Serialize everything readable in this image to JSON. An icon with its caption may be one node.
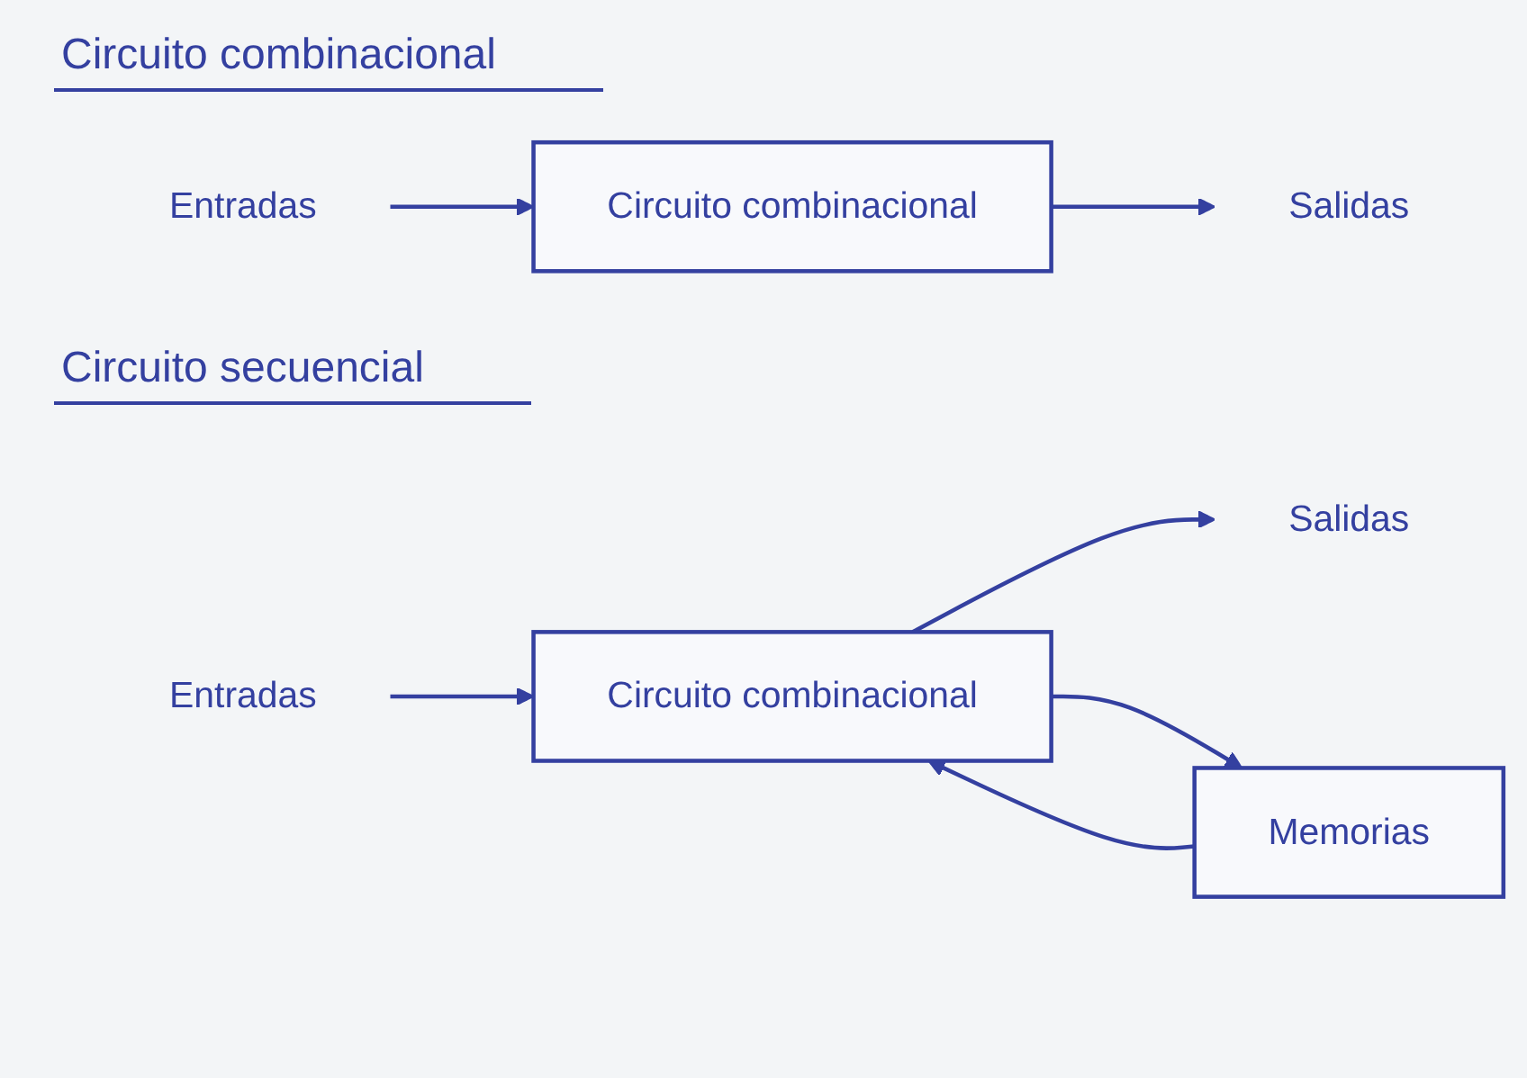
{
  "diagram": {
    "nodes": [
      {
        "text": [
          "Entradas"
        ]
      },
      {
        "text": [
          "Circuito combinacional"
        ]
      },
      {
        "text": [
          "Salidas"
        ]
      },
      {
        "text": [
          "Entradas"
        ]
      },
      {
        "text": [
          "Circuito combinacional"
        ]
      },
      {
        "text": [
          "Salidas"
        ]
      },
      {
        "text": [
          "Memorias"
        ]
      }
    ],
    "edges": [
      {
        "from": 0,
        "to": 1,
        "arrow": "to"
      },
      {
        "from": 1,
        "to": 2,
        "arrow": "to"
      },
      {
        "from": 3,
        "to": 4,
        "arrow": "to"
      },
      {
        "from": 4,
        "to": 5,
        "arrow": "to"
      },
      {
        "from": 4,
        "to": 6,
        "arrow": "to"
      },
      {
        "from": 6,
        "to": 4,
        "arrow": "to"
      }
    ],
    "labels": [
      "Circuito combinacional",
      "Circuito secuencial"
    ]
  }
}
